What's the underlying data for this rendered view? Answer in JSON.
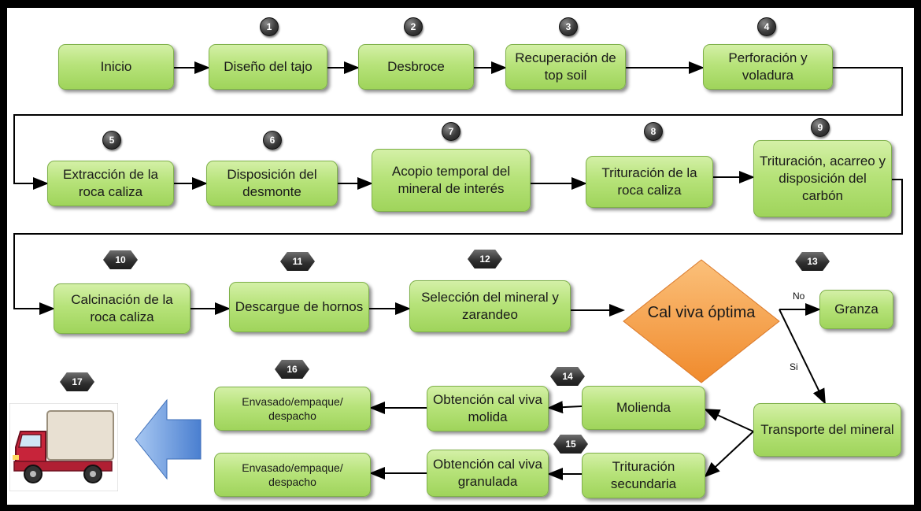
{
  "nodes": {
    "inicio": "Inicio",
    "diseno": "Diseño del tajo",
    "desbroce": "Desbroce",
    "recuperacion": "Recuperación de top soil",
    "perforacion": "Perforación y voladura",
    "extraccion": "Extracción de la roca caliza",
    "disposicion_desmonte": "Disposición del desmonte",
    "acopio": "Acopio temporal del mineral de interés",
    "trituracion_roca": "Trituración de la roca caliza",
    "trituracion_carbon": "Trituración, acarreo y disposición del carbón",
    "calcinacion": "Calcinación de la roca caliza",
    "descargue": "Descargue de hornos",
    "seleccion": "Selección del mineral y zarandeo",
    "cal_viva_optima": "Cal viva óptima",
    "granza": "Granza",
    "transporte": "Transporte del mineral",
    "molienda": "Molienda",
    "trituracion_secundaria": "Trituración secundaria",
    "obtencion_molida": "Obtención cal viva molida",
    "obtencion_granulada": "Obtención cal viva granulada",
    "envasado_1": "Envasado/empaque/ despacho",
    "envasado_2": "Envasado/empaque/ despacho"
  },
  "badges": {
    "b1": "1",
    "b2": "2",
    "b3": "3",
    "b4": "4",
    "b5": "5",
    "b6": "6",
    "b7": "7",
    "b8": "8",
    "b9": "9",
    "b10": "10",
    "b11": "11",
    "b12": "12",
    "b13": "13",
    "b14": "14",
    "b15": "15",
    "b16": "16",
    "b17": "17"
  },
  "edge_labels": {
    "no": "No",
    "si": "Si"
  },
  "colors": {
    "box_fill": "#b7e37a",
    "box_border": "#7fb14a",
    "decision_fill": "#f7a24a",
    "arrow_blue": "#5b8fd6",
    "badge": "#3a3a3a"
  },
  "icons": {
    "truck": "delivery-truck-icon",
    "arrow": "left-arrow-icon"
  }
}
